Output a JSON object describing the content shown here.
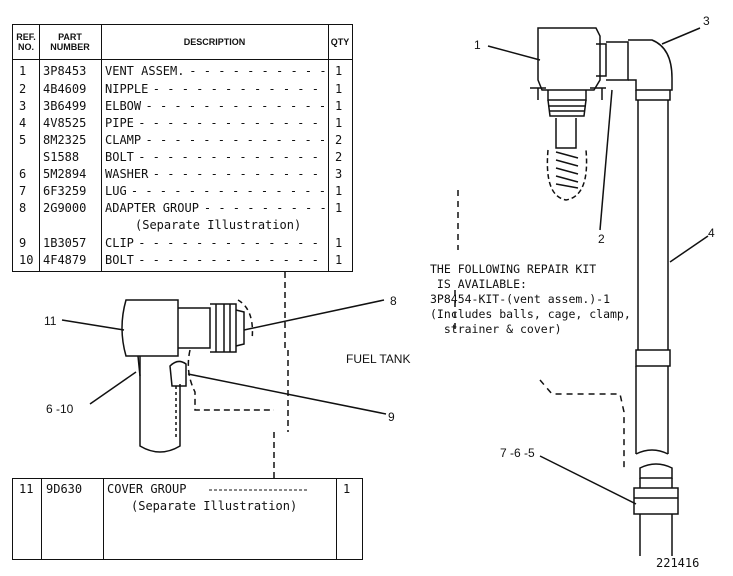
{
  "table": {
    "headers": {
      "ref": "REF.\nNO.",
      "part": "PART\nNUMBER",
      "desc": "DESCRIPTION",
      "qty": "QTY"
    },
    "rows": [
      {
        "ref": "1",
        "part": "3P8453",
        "desc": "VENT ASSEM.",
        "qty": "1"
      },
      {
        "ref": "2",
        "part": "4B4609",
        "desc": "NIPPLE",
        "qty": "1"
      },
      {
        "ref": "3",
        "part": "3B6499",
        "desc": "ELBOW",
        "qty": "1"
      },
      {
        "ref": "4",
        "part": "4V8525",
        "desc": "PIPE",
        "qty": "1"
      },
      {
        "ref": "5",
        "part": "8M2325",
        "desc": "CLAMP",
        "qty": "2"
      },
      {
        "ref": "",
        "part": "S1588",
        "desc": "BOLT",
        "qty": "2"
      },
      {
        "ref": "6",
        "part": "5M2894",
        "desc": "WASHER",
        "qty": "3"
      },
      {
        "ref": "7",
        "part": "6F3259",
        "desc": "LUG",
        "qty": "1"
      },
      {
        "ref": "8",
        "part": "2G9000",
        "desc": "ADAPTER GROUP",
        "qty": "1"
      },
      {
        "ref": "",
        "part": "",
        "desc": "(Separate Illustration)",
        "qty": ""
      },
      {
        "ref": "9",
        "part": "1B3057",
        "desc": "CLIP",
        "qty": "1"
      },
      {
        "ref": "10",
        "part": "4F4879",
        "desc": "BOLT",
        "qty": "1"
      }
    ]
  },
  "cover": {
    "ref": "11",
    "part": "9D630",
    "desc": "COVER GROUP",
    "sub": "(Separate Illustration)",
    "qty": "1"
  },
  "callouts": {
    "c1": "1",
    "c2": "2",
    "c3": "3",
    "c4": "4",
    "c765": "7 -6 -5",
    "c11": "11",
    "c610": "6 -10",
    "c8": "8",
    "c9": "9"
  },
  "fuel_tank": "FUEL TANK",
  "note": "THE FOLLOWING REPAIR KIT\n IS AVAILABLE:\n3P8454-KIT-(vent assem.)-1\n(Includes balls, cage, clamp,\n  strainer & cover)",
  "figure_number": "221416"
}
